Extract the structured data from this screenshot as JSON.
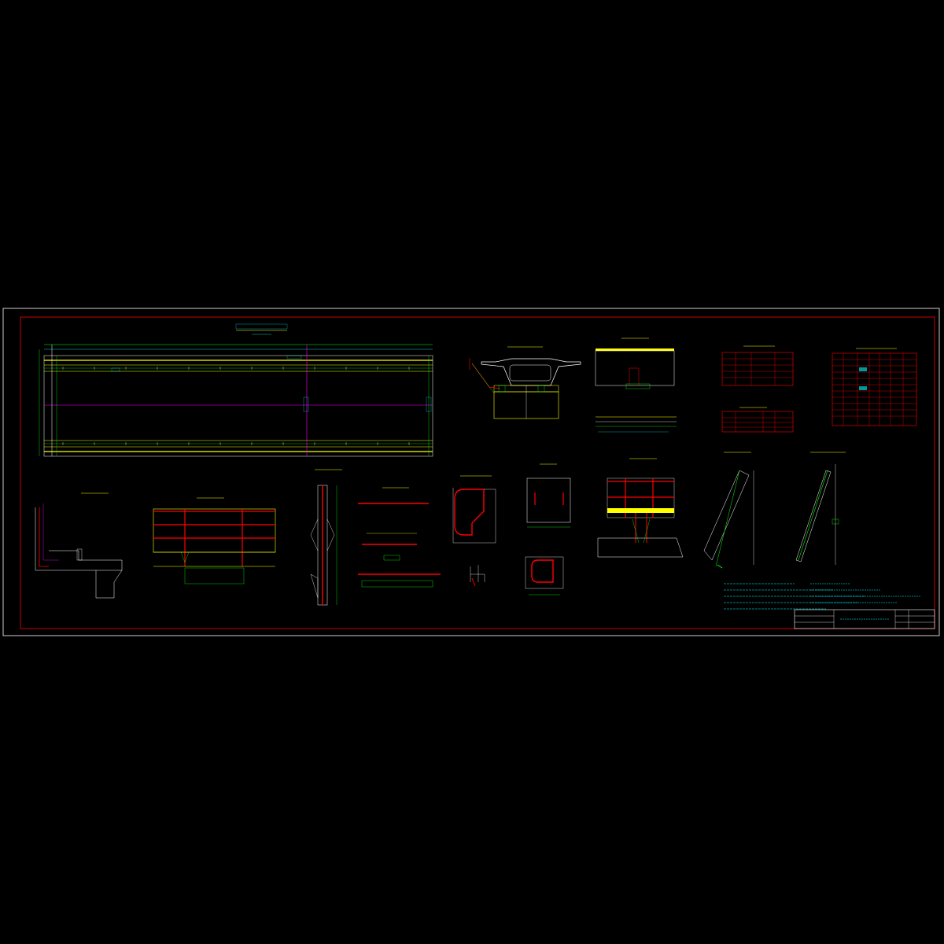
{
  "drawing": {
    "colors": {
      "background": "#000000",
      "sheet_border": "#ffffff",
      "frame": "#ff0000",
      "primary_line": "#ffff00",
      "secondary_line": "#00ff00",
      "centerline": "#ff00ff",
      "text": "#00ffff",
      "rebar": "#ff0000",
      "outline": "#ffffff"
    },
    "views": [
      {
        "id": "plan",
        "icon": "plan-view-icon"
      },
      {
        "id": "section",
        "icon": "cross-section-icon"
      },
      {
        "id": "elevation",
        "icon": "elevation-view-icon"
      },
      {
        "id": "tables",
        "icon": "table-icon"
      },
      {
        "id": "details",
        "icon": "rebar-detail-icon"
      }
    ],
    "title_block": {
      "icon": "title-block-icon"
    }
  }
}
